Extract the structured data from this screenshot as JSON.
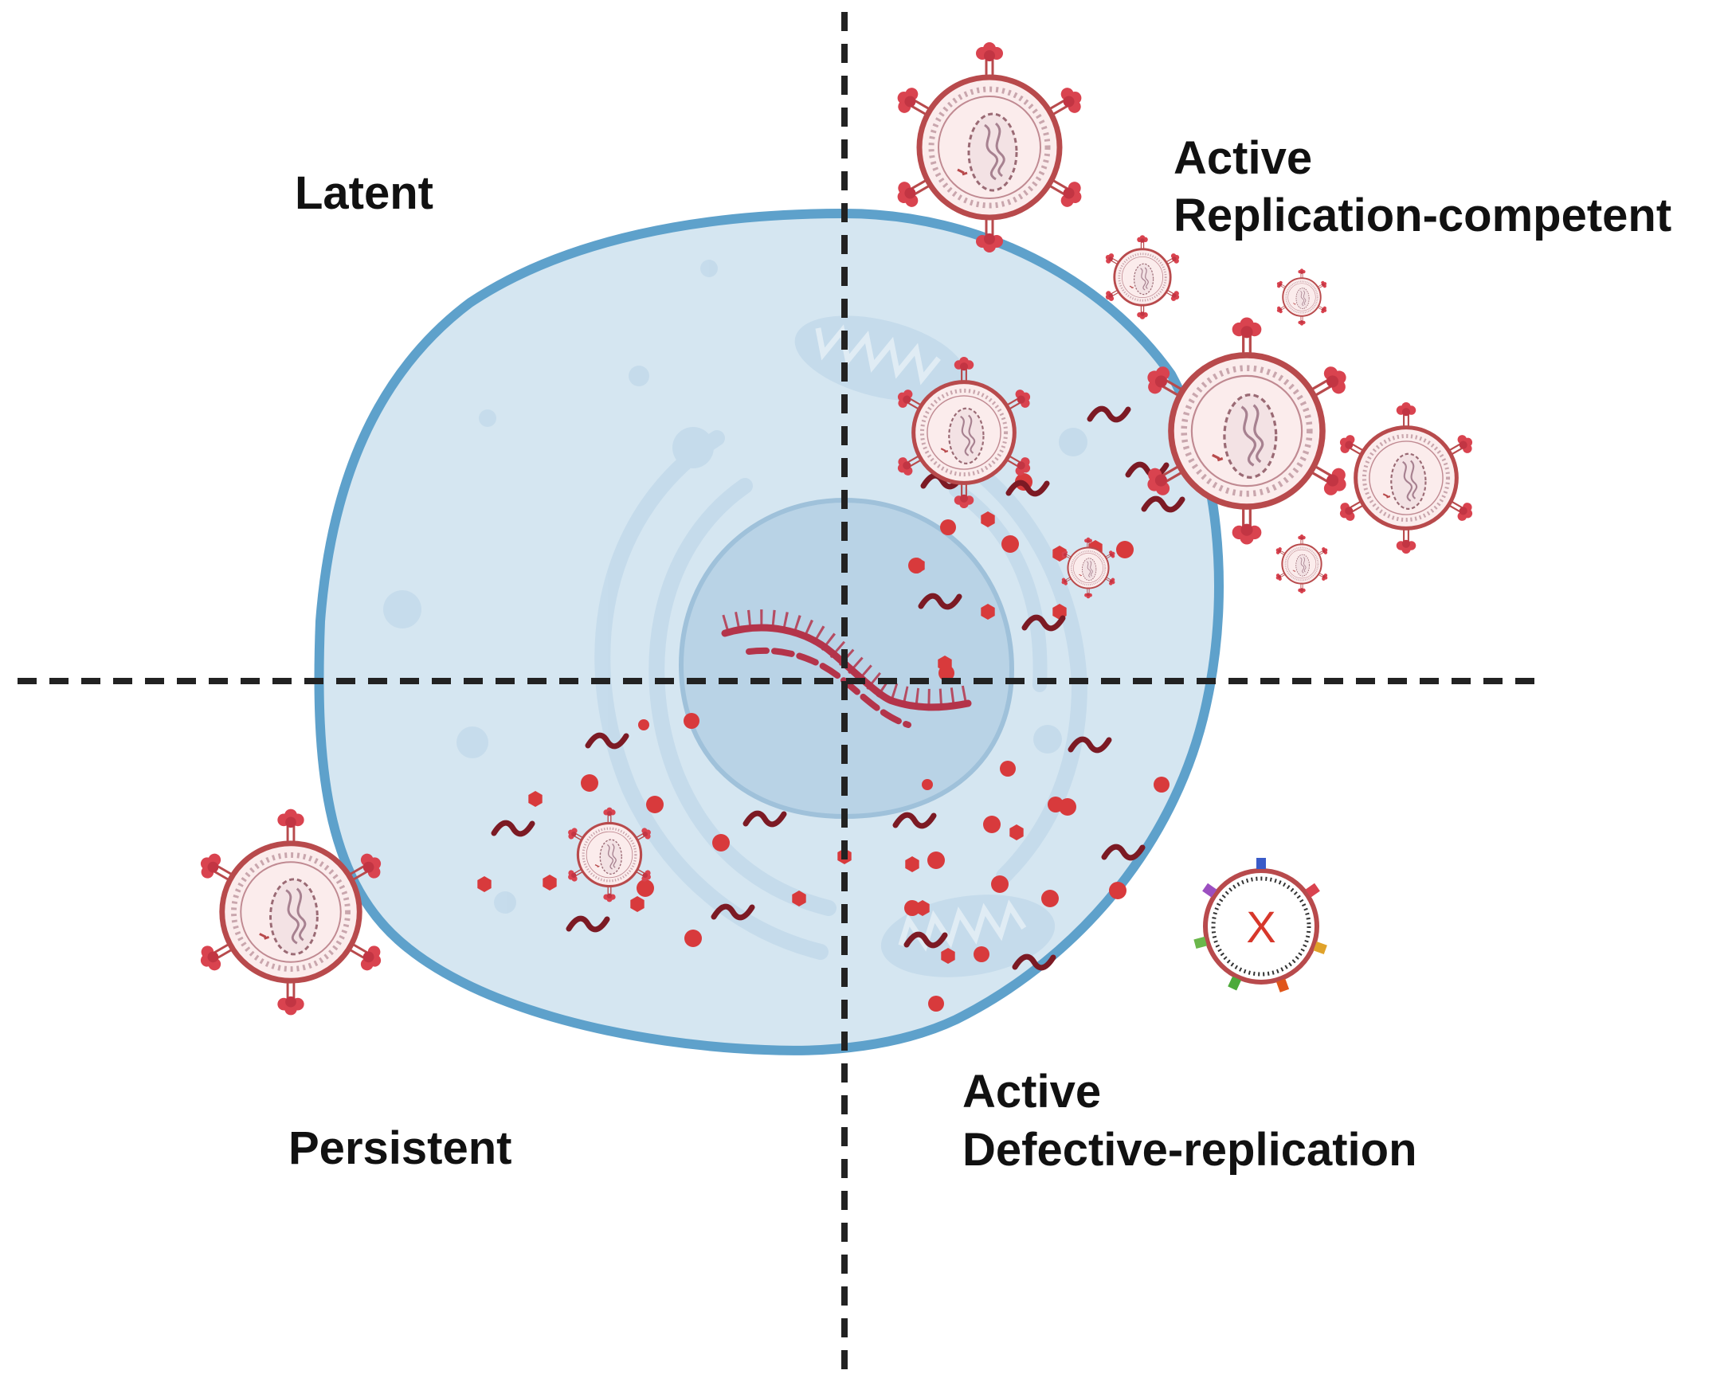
{
  "quadrants": {
    "latent": {
      "label": "Latent"
    },
    "active_competent": {
      "line1": "Active",
      "line2": "Replication-competent"
    },
    "persistent": {
      "label": "Persistent"
    },
    "active_defective": {
      "line1": "Active",
      "line2": "Defective-replication"
    }
  },
  "defective_virion": {
    "mark": "X"
  },
  "colors": {
    "cell_fill": "#d5e6f1",
    "cell_border": "#5ea1cb",
    "nucleus_fill": "#b9d3e6",
    "organelle": "#c5dbeb",
    "virion_red": "#b84a4c",
    "virion_fill": "#fbecec",
    "particle_red": "#d83a3c",
    "rna_dark": "#7c1a24",
    "divider": "#222222"
  },
  "icons": [
    "cell",
    "nucleus",
    "mitochondrion-icon",
    "endoplasmic-reticulum",
    "viral-rna-icon",
    "virion-icon",
    "defective-virion-icon"
  ]
}
